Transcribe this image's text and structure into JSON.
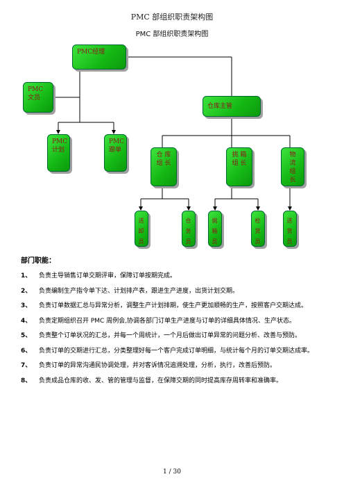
{
  "header": {
    "text": "PMC 部组织职责架构图"
  },
  "title": "PMC 部组织职责架构图",
  "org_chart": {
    "pmc_manager": "PMC经理",
    "pmc_clerk": "PMC\n文员",
    "warehouse_supervisor": "仓库主管",
    "pmc_planning": "PMC\n计划",
    "pmc_followup": "PMC\n跟单",
    "warehouse_team_leader": "仓 库\n组 长",
    "screening_team_leader": "挑 箱\n组 长",
    "logistics_team_leader": "物 流\n组 长",
    "receiver": "送\n卸\n员",
    "warehouse_keeper": "仓\n务\n员",
    "picker": "挑\n箱\n员",
    "inspector": "检\n货\n员",
    "delivery": "送\n货\n员"
  },
  "section_heading": "部门职能：",
  "duties": [
    {
      "num": "1、",
      "text": "负责主导销售订单交期评审，保障订单按期完成。"
    },
    {
      "num": "2、",
      "text": "负责编制生产指令单下达、计划排产表，跟进生产进度，出货计划交期。"
    },
    {
      "num": "3、",
      "text": "负责订单数据汇总与异常分析，调整生产计划排期，使生产更加顺畅的生产，按照客户交期达成。"
    },
    {
      "num": "4、",
      "text": "负责定期组织召开 PMC 周例会,协调各部门订单生产进度与订单的详细具体情况、生产状态。"
    },
    {
      "num": "5、",
      "text": "负责整个订单状况的汇总，并每一个周统计，一个月后做出订单异常的问题分析、改善与预防。"
    },
    {
      "num": "6、",
      "text": "负责订单的交期进行汇总，分类整理好每一个客户完成订单明细，与统计每个月的订单交期达成率。"
    },
    {
      "num": "7、",
      "text": "负责订单的异常沟通民协调处理，并对客诉情况追溯处理，分析，执行，改善后预防。"
    },
    {
      "num": "8、",
      "text": "负责成品仓库的收、发、管的管理与监督，在保障交期的同时提高库存周转率和准确率。"
    }
  ],
  "footer": {
    "page": "1 / 30"
  }
}
